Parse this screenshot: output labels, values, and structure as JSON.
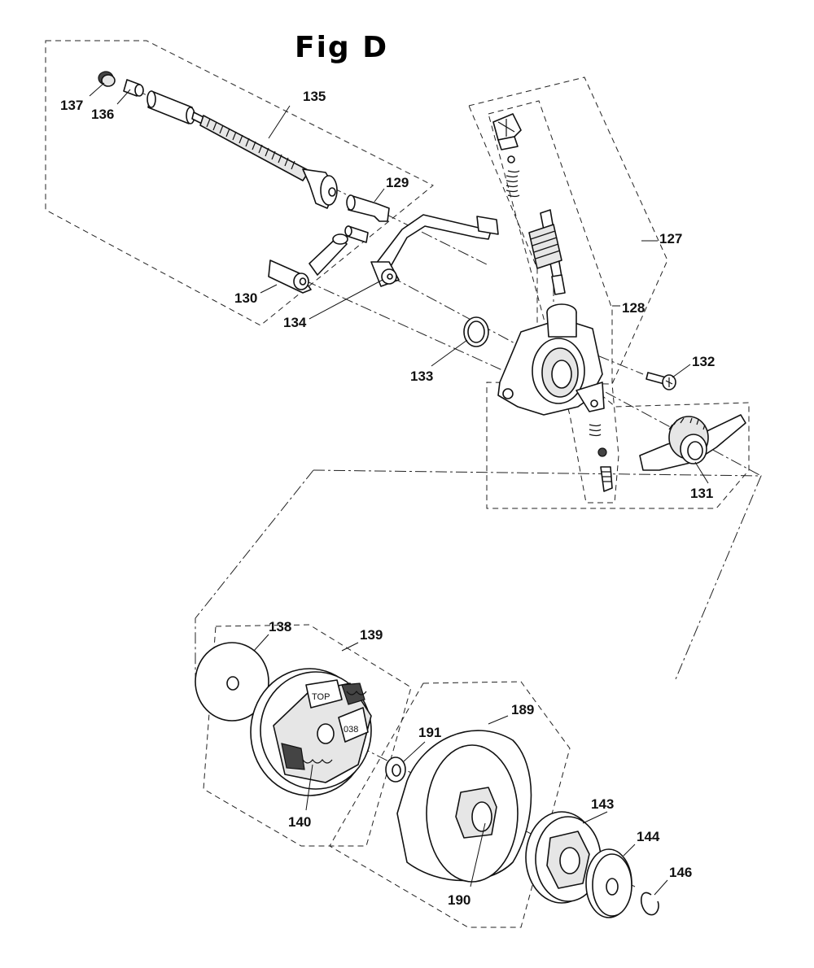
{
  "figure": {
    "title": "Fig D"
  },
  "labels": {
    "p127": "127",
    "p128": "128",
    "p129": "129",
    "p130": "130",
    "p131": "131",
    "p132": "132",
    "p133": "133",
    "p134": "134",
    "p135": "135",
    "p136": "136",
    "p137": "137",
    "p138": "138",
    "p139": "139",
    "p140": "140",
    "p143": "143",
    "p144": "144",
    "p146": "146",
    "p189": "189",
    "p190": "190",
    "p191": "191"
  },
  "stamps": {
    "top": "TOP",
    "code": "038"
  }
}
